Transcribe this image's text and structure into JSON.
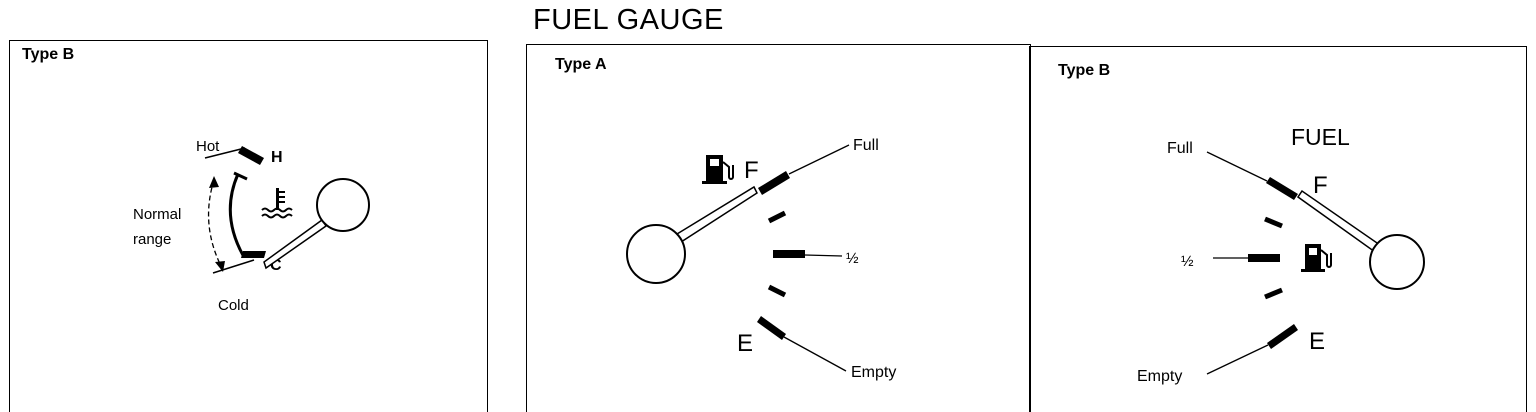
{
  "title": "FUEL GAUGE",
  "temp_panel": {
    "type_label": "Type B",
    "hot_label": "Hot",
    "h_mark": "H",
    "normal_label_line1": "Normal",
    "normal_label_line2": "range",
    "cold_label": "Cold",
    "c_mark": "C",
    "icon": "coolant-temperature-icon"
  },
  "fuel_panel_a": {
    "type_label": "Type A",
    "f_mark": "F",
    "e_mark": "E",
    "full_label": "Full",
    "half_label": "½",
    "empty_label": "Empty",
    "icon": "fuel-pump-icon"
  },
  "fuel_panel_b": {
    "type_label": "Type B",
    "fuel_label": "FUEL",
    "f_mark": "F",
    "e_mark": "E",
    "full_label": "Full",
    "half_label": "½",
    "empty_label": "Empty",
    "icon": "fuel-pump-icon"
  }
}
